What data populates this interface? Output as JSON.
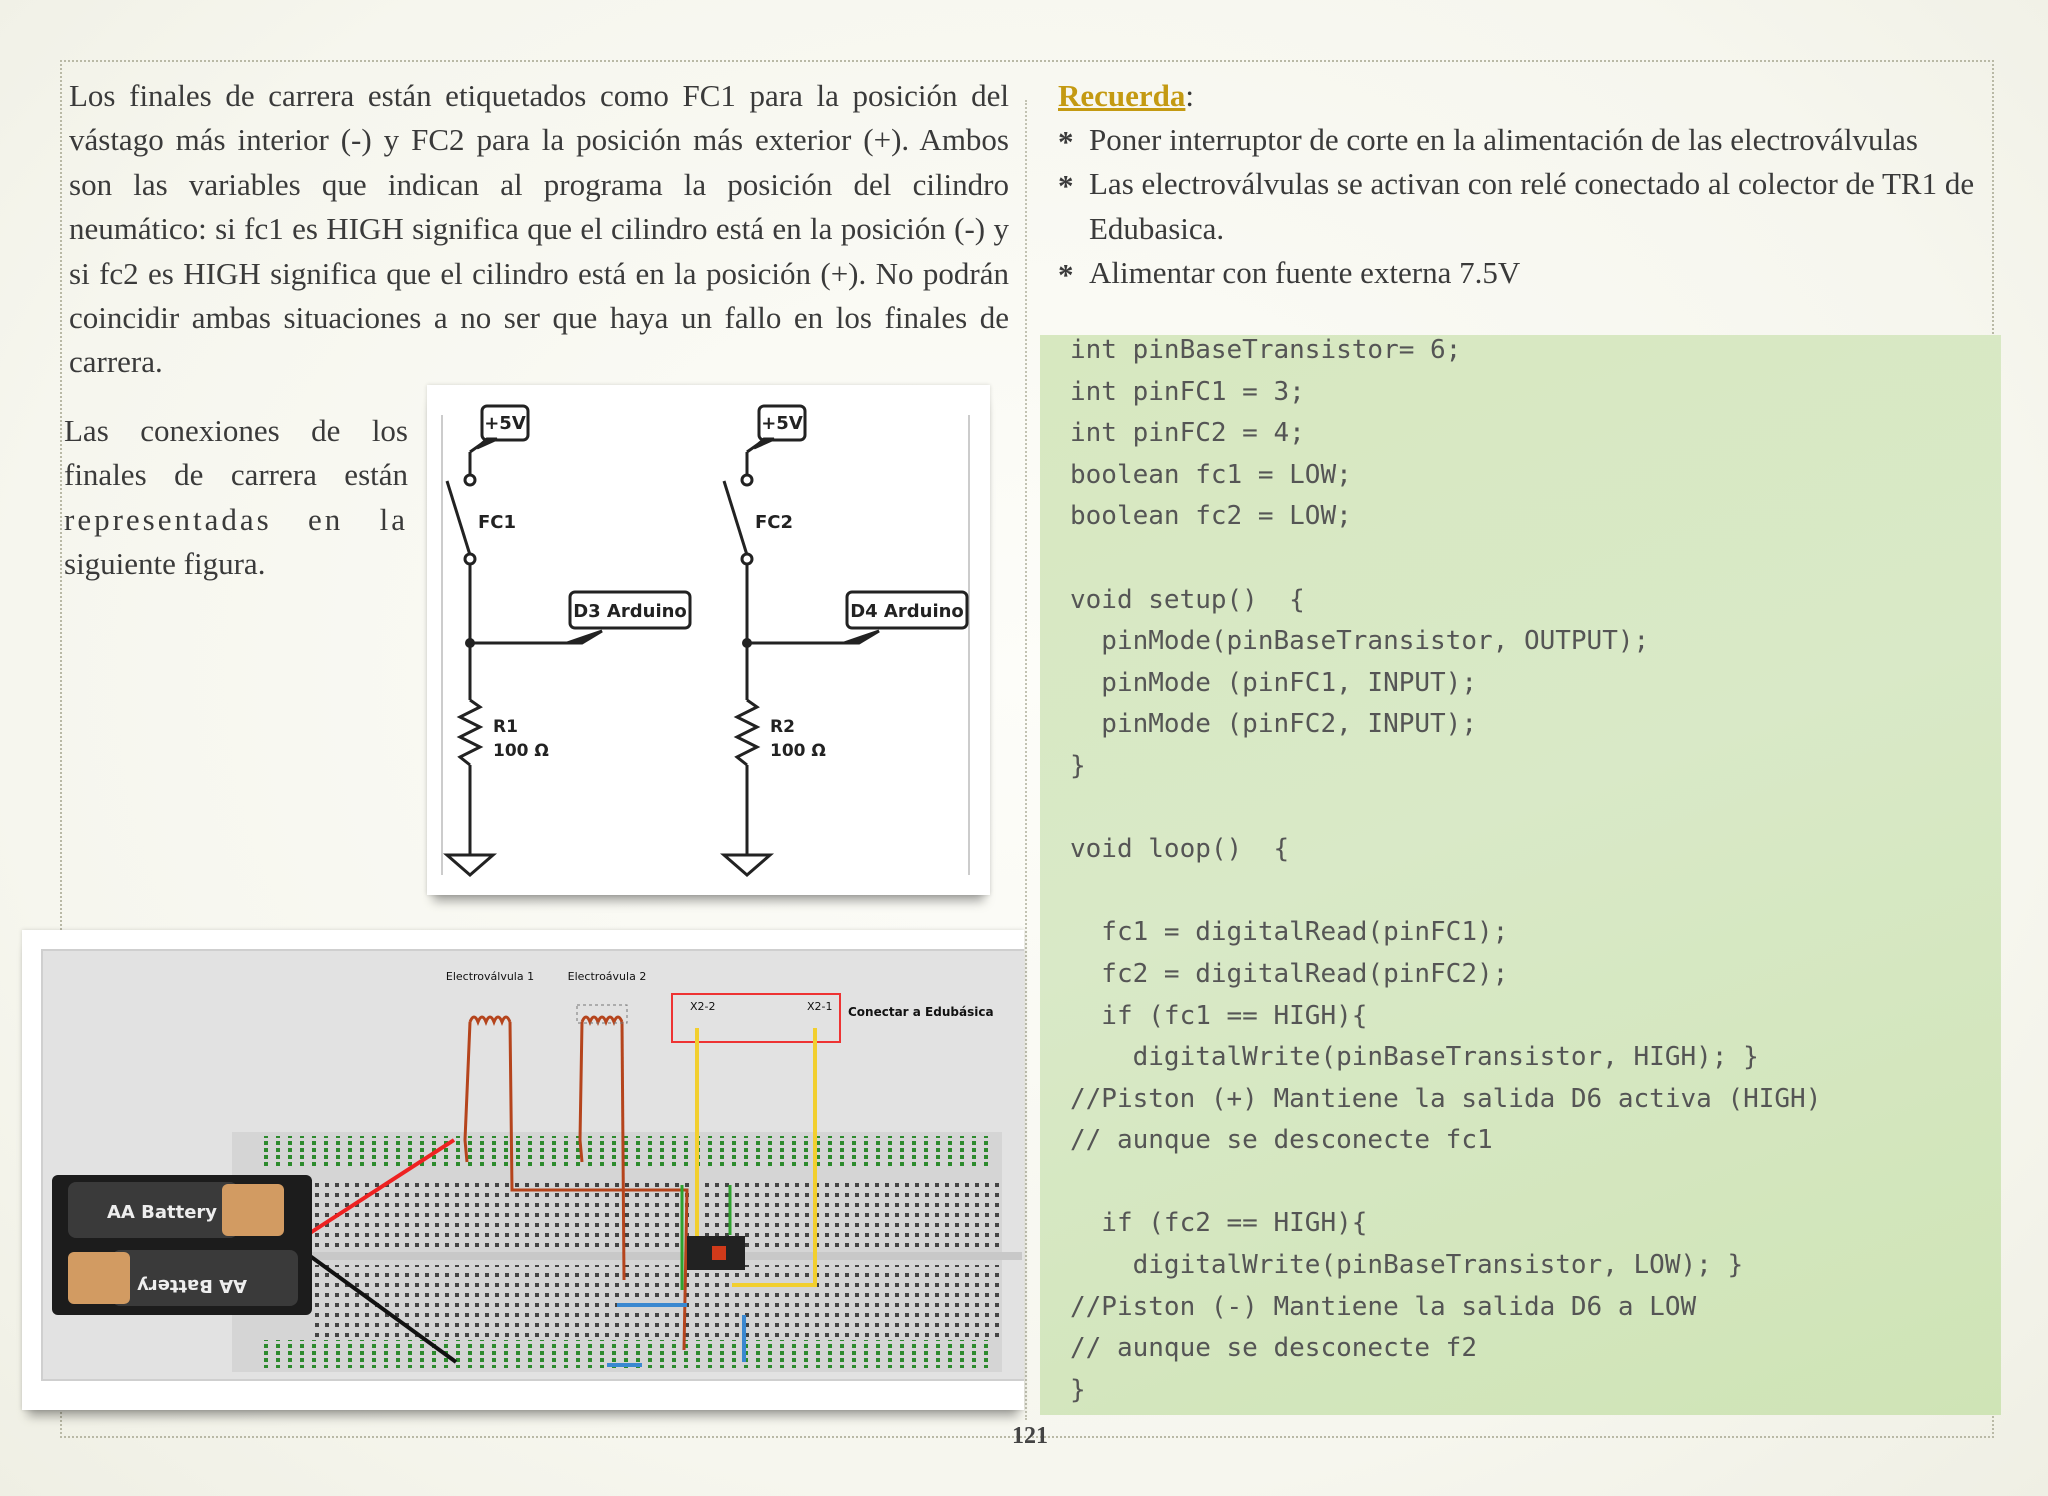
{
  "para1": "Los finales de carrera están etiquetados como FC1 para la posición del vástago más interior (-) y FC2 para la posición más exterior (+). Ambos son las variables que indican al programa la posición del cilindro neumático: si fc1 es HIGH significa que el cilindro está en la posición (-) y si fc2 es HIGH significa que el cilindro está en la posición (+). No podrán coincidir ambas situaciones a no ser que haya un fallo en los finales de carrera.",
  "para2": {
    "a": "Las conexiones de los finales de carrera están",
    "b": "representadas en la",
    "c": "siguiente figura."
  },
  "recuerda": {
    "title": "Recuerda",
    "colon": ":"
  },
  "bullets": [
    "Poner interruptor de corte en la alimentación de las electroválvulas",
    "Las electroválvulas se activan con relé conectado al colector de TR1 de Edubasica.",
    "Alimentar con fuente externa 7.5V"
  ],
  "code": "int pinBaseTransistor= 6;\nint pinFC1 = 3;\nint pinFC2 = 4;\nboolean fc1 = LOW;\nboolean fc2 = LOW;\n\nvoid setup()  {\n  pinMode(pinBaseTransistor, OUTPUT);\n  pinMode (pinFC1, INPUT);\n  pinMode (pinFC2, INPUT);\n}\n\nvoid loop()  {\n\n  fc1 = digitalRead(pinFC1);\n  fc2 = digitalRead(pinFC2);\n  if (fc1 == HIGH){\n    digitalWrite(pinBaseTransistor, HIGH); }\n//Piston (+) Mantiene la salida D6 activa (HIGH)\n// aunque se desconecte fc1\n\n  if (fc2 == HIGH){\n    digitalWrite(pinBaseTransistor, LOW); }\n//Piston (-) Mantiene la salida D6 a LOW\n// aunque se desconecte f2\n}",
  "schematic": {
    "vcc_label": "+5V",
    "sw1": "FC1",
    "sw2": "FC2",
    "pin1": "D3 Arduino",
    "pin2": "D4 Arduino",
    "r1": "R1",
    "r2": "R2",
    "r_value": "100 Ω"
  },
  "breadboard": {
    "valve1": "Electroválvula 1",
    "valve2": "Electroávula 2",
    "x22": "X2-2",
    "x21": "X2-1",
    "connect": "Conectar a Edubásica",
    "battery": "AA Battery"
  },
  "page_number": "121"
}
